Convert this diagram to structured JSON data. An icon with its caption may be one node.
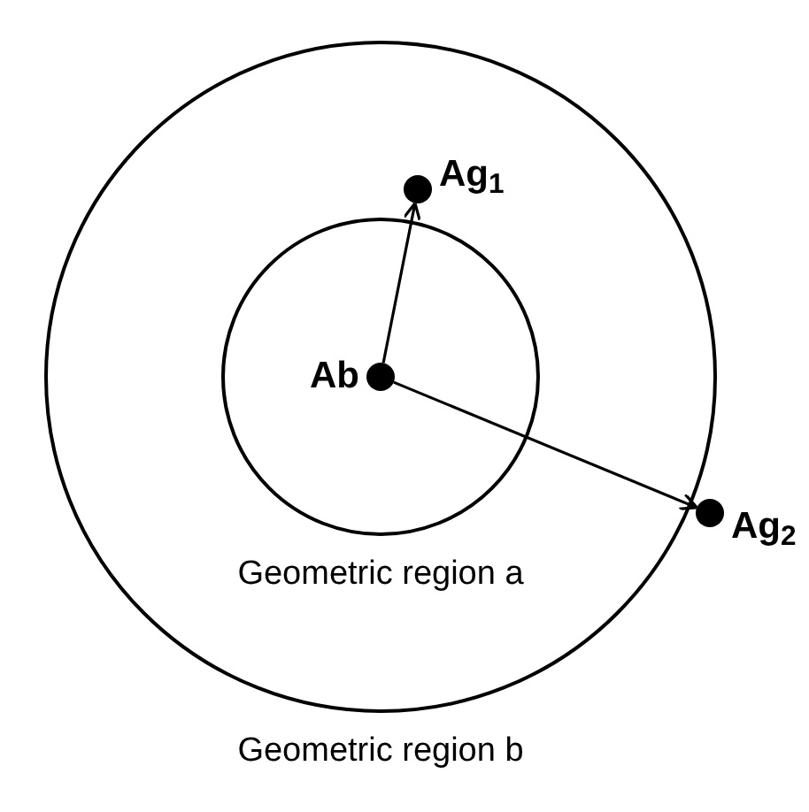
{
  "diagram": {
    "nodes": [
      {
        "text": [
          "Geometric region b"
        ]
      },
      {
        "text": [
          "Geometric region a"
        ],
        "in": 0
      },
      {
        "text": [],
        "shape": "circle",
        "beside": [
          "Ab"
        ],
        "in": 1
      },
      {
        "text": [],
        "shape": "circle",
        "beside": [
          "Ag$_{1}$"
        ],
        "in": 0
      },
      {
        "text": [],
        "shape": "circle",
        "beside": [
          "Ag$_{2}$"
        ]
      }
    ],
    "edges": [
      {
        "from": 2,
        "to": 3,
        "arrow": "to"
      },
      {
        "from": 2,
        "to": 4,
        "arrow": "to"
      }
    ]
  }
}
